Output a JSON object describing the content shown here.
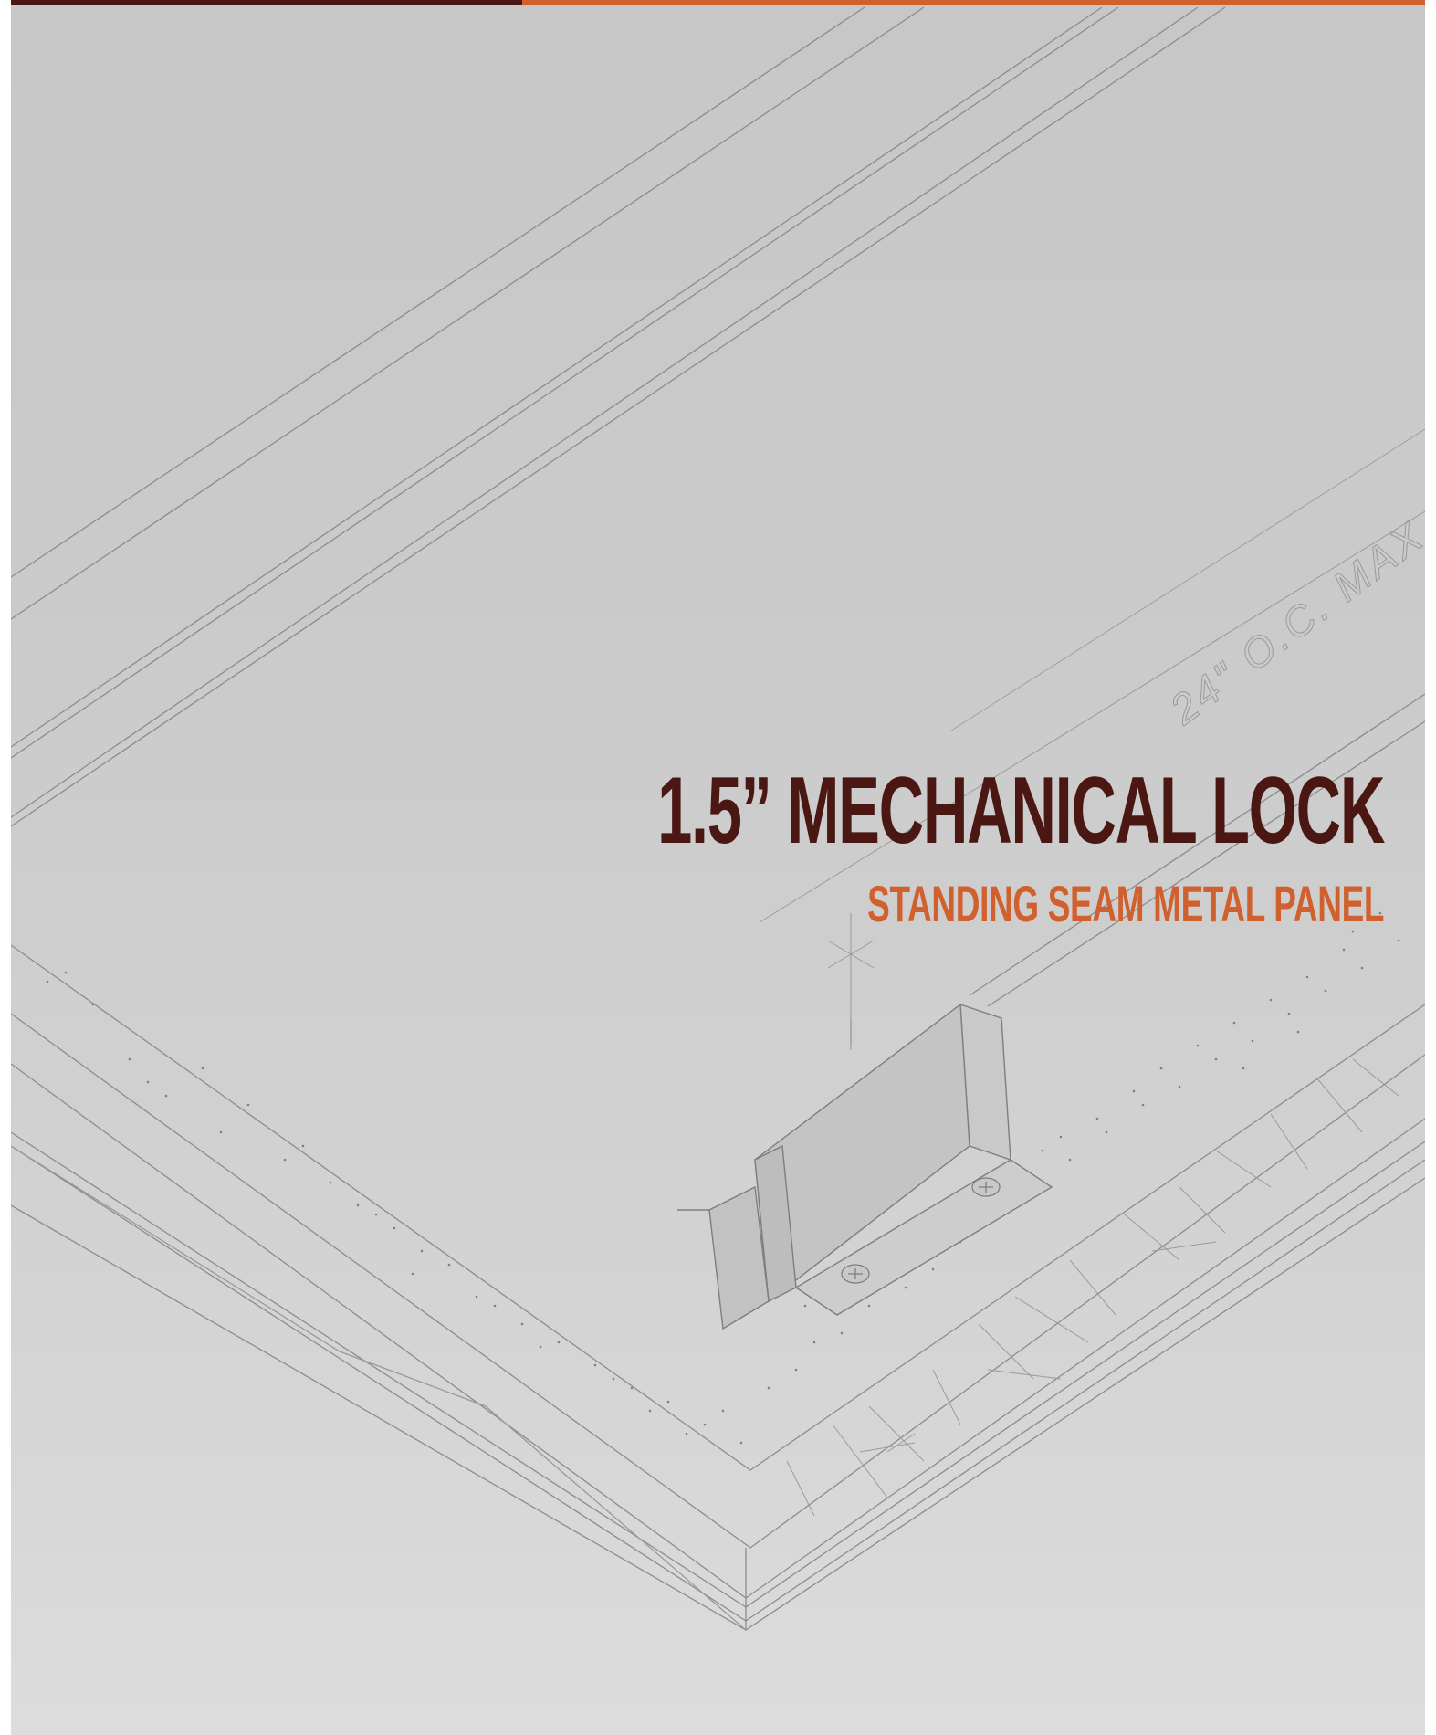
{
  "title": "1.5” MECHANICAL LOCK",
  "subtitle": "STANDING SEAM METAL PANEL",
  "dimension_label": "24\" O.C. MAX.",
  "colors": {
    "title": "#4a1712",
    "subtitle": "#d0602e",
    "topbar_dark": "#4a1712",
    "topbar_orange": "#d0602e",
    "line": "#8a8a8a"
  }
}
